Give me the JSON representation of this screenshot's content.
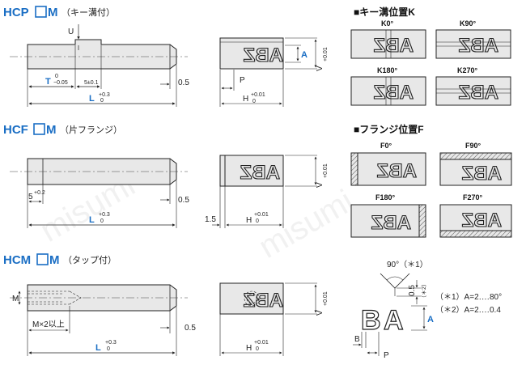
{
  "sections": [
    {
      "code": "HCP",
      "suffix": "M",
      "type_label": "（キー溝付）",
      "dims": {
        "u": "U",
        "t": "T",
        "t_tol_upper": "0",
        "t_tol_lower": "−0.05",
        "key_width": "5±0.1",
        "end": "0.5",
        "l": "L",
        "l_tol": "+0.3",
        "l_tol_low": "0",
        "v": "V",
        "v_tol": "+0.01",
        "v_tol_low": "0",
        "a": "A",
        "p": "P",
        "h": "H",
        "h_tol": "+0.01",
        "h_tol_low": "0"
      }
    },
    {
      "code": "HCF",
      "suffix": "M",
      "type_label": "（片フランジ）",
      "dims": {
        "flange": "5",
        "flange_tol": "+0.2",
        "flange_tol_low": "0",
        "end": "0.5",
        "l": "L",
        "l_tol": "+0.3",
        "l_tol_low": "0",
        "left_offset": "1.5",
        "v": "V",
        "v_tol": "+0.01",
        "v_tol_low": "0",
        "h": "H",
        "h_tol": "+0.01",
        "h_tol_low": "0"
      }
    },
    {
      "code": "HCM",
      "suffix": "M",
      "type_label": "（タップ付）",
      "dims": {
        "m": "M",
        "tap_depth": "M×2以上",
        "end": "0.5",
        "l": "L",
        "l_tol": "+0.3",
        "l_tol_low": "0",
        "v": "V",
        "v_tol": "+0.01",
        "v_tol_low": "0",
        "h": "H",
        "h_tol": "+0.01",
        "h_tol_low": "0"
      }
    }
  ],
  "key_position": {
    "title": "■キー溝位置K",
    "items": [
      "K0°",
      "K90°",
      "K180°",
      "K270°"
    ]
  },
  "flange_position": {
    "title": "■フランジ位置F",
    "items": [
      "F0°",
      "F90°",
      "F180°",
      "F270°"
    ]
  },
  "marking_text": "ABZ",
  "detail": {
    "angle": "90°（＊1）",
    "depth": "0.5",
    "depth_note": "（＊2）",
    "a": "A",
    "b": "B",
    "p": "P",
    "notes": [
      "（＊1）A=2‥‥80°",
      "（＊2）A=2‥‥0.4"
    ]
  },
  "watermark": "misumi",
  "colors": {
    "accent": "#1a6ec4",
    "part_fill": "#e8e8e8",
    "stroke": "#222222"
  }
}
